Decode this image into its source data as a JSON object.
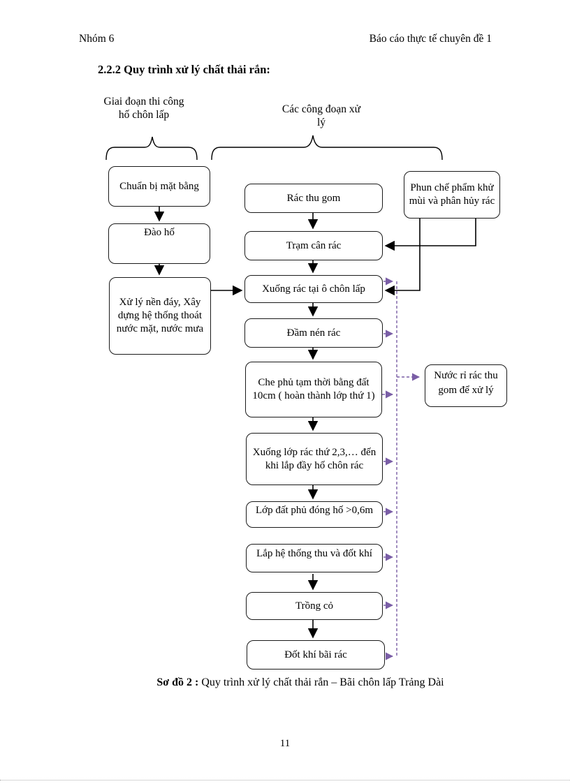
{
  "page": {
    "header_left": "Nhóm 6",
    "header_right": "Báo cáo thực tế chuyên đề 1",
    "section_title": "2.2.2 Quy trình xử lý chất thải rắn:",
    "caption_label": "Sơ đồ 2 :",
    "caption_text": "Quy trình xử lý chất thải rắn – Bãi chôn lấp Trảng Dài",
    "page_number": "11"
  },
  "diagram": {
    "groups": {
      "construction": {
        "line1": "Giai đoạn thi công",
        "line2": "hố chôn lấp"
      },
      "processing": {
        "line1": "Các công đoạn xử",
        "line2": "lý"
      }
    },
    "construction_steps": [
      {
        "label": "Chuẩn bị mặt bằng"
      },
      {
        "label": "Đào hố"
      },
      {
        "label": "Xử lý nền đáy, Xây dựng hệ thống thoát nước mặt, nước mưa"
      }
    ],
    "processing_steps": [
      {
        "label": "Rác thu gom"
      },
      {
        "label": "Trạm cân rác"
      },
      {
        "label": "Xuống rác tại ô chôn lấp"
      },
      {
        "label": "Đầm nén rác"
      },
      {
        "label": "Che phủ tạm thời bằng đất 10cm ( hoàn thành lớp thứ 1)"
      },
      {
        "label": "Xuống lớp rác thứ 2,3,… đến khi lắp đầy hố chôn rác"
      },
      {
        "label": "Lớp đất phủ đóng hố >0,6m"
      },
      {
        "label": "Lắp hệ thống thu và đốt khí"
      },
      {
        "label": "Trồng cỏ"
      },
      {
        "label": "Đốt khí bãi rác"
      }
    ],
    "side_boxes": {
      "deodorant": {
        "label": "Phun chế phẩm khử mùi và phân hủy rác"
      },
      "leachate": {
        "label": "Nước rỉ rác thu gom để xử lý"
      }
    },
    "colors": {
      "main_flow_arrow": "#000000",
      "leachate_dashed_arrow": "#7A5EA6",
      "box_border": "#1a1a1a"
    }
  }
}
